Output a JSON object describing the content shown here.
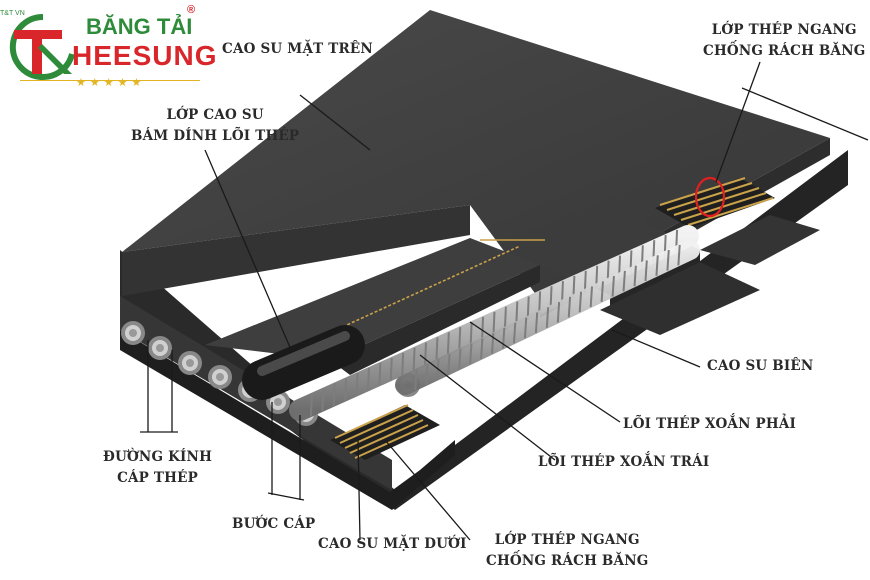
{
  "logo": {
    "small_text": "T&T VN",
    "line1": "BĂNG TẢI",
    "line2": "HEESUNG",
    "registered": "®",
    "stars": "★★★★★"
  },
  "labels": {
    "top_cover": "CAO SU MẶT TRÊN",
    "adhesion_line1": "LỚP CAO SU",
    "adhesion_line2": "BÁM DÍNH LÕI THÉP",
    "breaker_top_line1": "LỚP THÉP NGANG",
    "breaker_top_line2": "CHỐNG RÁCH BĂNG",
    "edge_rubber": "CAO SU BIÊN",
    "right_lay": "LÕI THÉP XOẮN PHẢI",
    "left_lay": "LÕI THÉP XOẮN TRÁI",
    "cord_diameter_line1": "ĐƯỜNG KÍNH",
    "cord_diameter_line2": "CÁP THÉP",
    "cord_pitch": "BƯỚC CÁP",
    "bottom_cover": "CAO SU MẶT DƯỚI",
    "breaker_bottom_line1": "LỚP THÉP NGANG",
    "breaker_bottom_line2": "CHỐNG RÁCH BĂNG"
  },
  "colors": {
    "rubber_top": "#404040",
    "rubber_side": "#2c2c2c",
    "rubber_dark": "#1c1c1c",
    "steel": "#c9c9c9",
    "breaker_gold": "#c9a24a",
    "logo_red": "#d9262b",
    "logo_green": "#2e8b3a",
    "star_gold": "#e2b422"
  }
}
